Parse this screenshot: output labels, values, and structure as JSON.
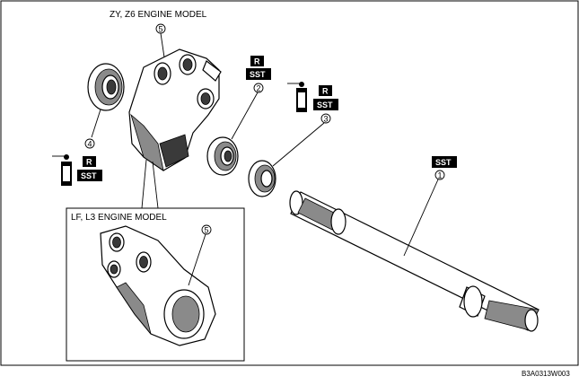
{
  "labels": {
    "zy_z6": "ZY, Z6 ENGINE MODEL",
    "lf_l3": "LF, L3 ENGINE MODEL"
  },
  "badges": {
    "r": "R",
    "sst": "SST"
  },
  "callouts": {
    "c1": "1",
    "c2": "2",
    "c3": "3",
    "c4": "4",
    "c5": "5"
  },
  "figure_code": "B3A0313W003"
}
